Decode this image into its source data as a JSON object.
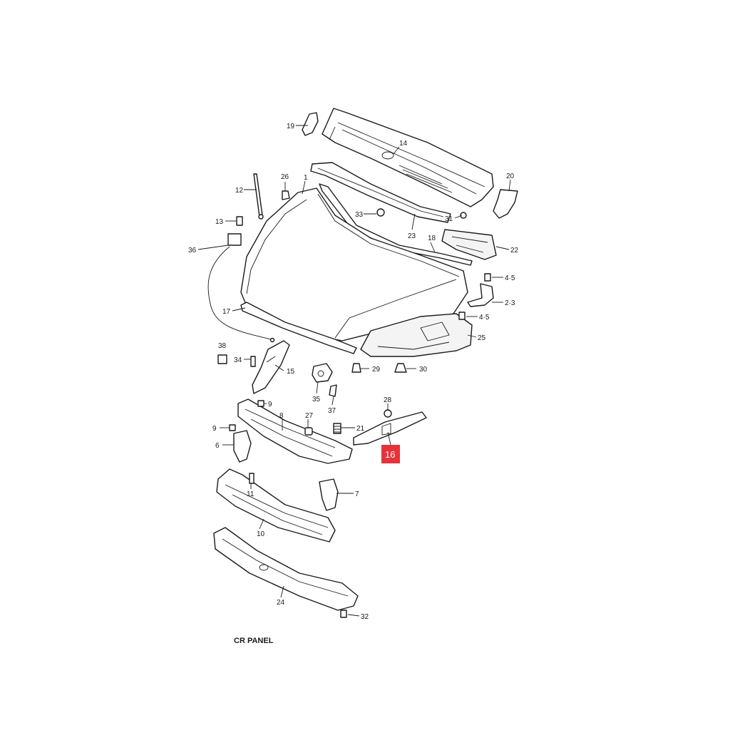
{
  "callouts": {
    "c1": "1",
    "c2_3": "2·3",
    "c4_5a": "4·5",
    "c4_5b": "4·5",
    "c6": "6",
    "c7": "7",
    "c8": "8",
    "c9a": "9",
    "c9b": "9",
    "c10": "10",
    "c11": "11",
    "c12": "12",
    "c13": "13",
    "c14": "14",
    "c15": "15",
    "c16": "16",
    "c17": "17",
    "c18": "18",
    "c19": "19",
    "c20": "20",
    "c21": "21",
    "c22": "22",
    "c23": "23",
    "c24": "24",
    "c25": "25",
    "c26": "26",
    "c27": "27",
    "c28": "28",
    "c29": "29",
    "c30": "30",
    "c31": "31",
    "c32": "32",
    "c33": "33",
    "c34": "34",
    "c35": "35",
    "c36": "36",
    "c37": "37",
    "c38": "38"
  },
  "highlight_color": "#e8323a",
  "caption": "CR PANEL"
}
